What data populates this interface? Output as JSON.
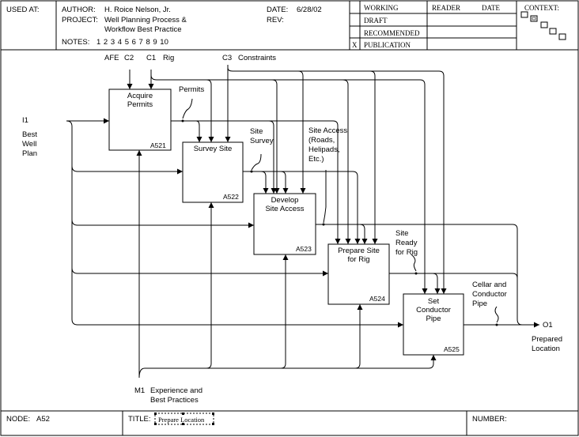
{
  "header": {
    "used_at_label": "USED AT:",
    "author_label": "AUTHOR:",
    "author": "H. Roice Nelson, Jr.",
    "project_label": "PROJECT:",
    "project_line1": "Well Planning Process &",
    "project_line2": "Workflow Best Practice",
    "notes_label": "NOTES:",
    "notes_numbers": "1  2  3  4  5  6  7  8  9  10",
    "date_label": "DATE:",
    "date": "6/28/02",
    "rev_label": "REV:",
    "status": [
      "WORKING",
      "DRAFT",
      "RECOMMENDED",
      "PUBLICATION"
    ],
    "status_checked": "X",
    "reader_label": "READER",
    "reader_date_label": "DATE",
    "context_label": "CONTEXT:"
  },
  "footer": {
    "node_label": "NODE:",
    "node": "A52",
    "title_label": "TITLE:",
    "title": "Prepare Location",
    "number_label": "NUMBER:"
  },
  "diagram": {
    "boxes": [
      {
        "label_line1": "Acquire",
        "label_line2": "Permits",
        "number": "A521"
      },
      {
        "label_line1": "Survey Site",
        "label_line2": "",
        "number": "A522"
      },
      {
        "label_line1": "Develop",
        "label_line2": "Site Access",
        "number": "A523"
      },
      {
        "label_line1": "Prepare Site",
        "label_line2": "for Rig",
        "number": "A524"
      },
      {
        "label_line1": "Set",
        "label_line2": "Conductor",
        "label_line3": "Pipe",
        "number": "A525"
      }
    ],
    "controls": {
      "afe": "AFE",
      "c2": "C2",
      "c1": "C1",
      "rig": "Rig",
      "c3": "C3",
      "constraints": "Constraints"
    },
    "input": {
      "code": "I1",
      "line1": "Best",
      "line2": "Well",
      "line3": "Plan"
    },
    "mechanism": {
      "code": "M1",
      "line1": "Experience and",
      "line2": "Best Practices"
    },
    "output": {
      "code": "O1",
      "line1": "Prepared",
      "line2": "Location"
    },
    "arrows": {
      "permits": "Permits",
      "site_survey_1": "Site",
      "site_survey_2": "Survey",
      "site_access_1": "Site Access",
      "site_access_2": "(Roads,",
      "site_access_3": "Helipads,",
      "site_access_4": "Etc.)",
      "site_ready_1": "Site",
      "site_ready_2": "Ready",
      "site_ready_3": "for Rig",
      "cellar_1": "Cellar and",
      "cellar_2": "Conductor",
      "cellar_3": "Pipe"
    }
  }
}
